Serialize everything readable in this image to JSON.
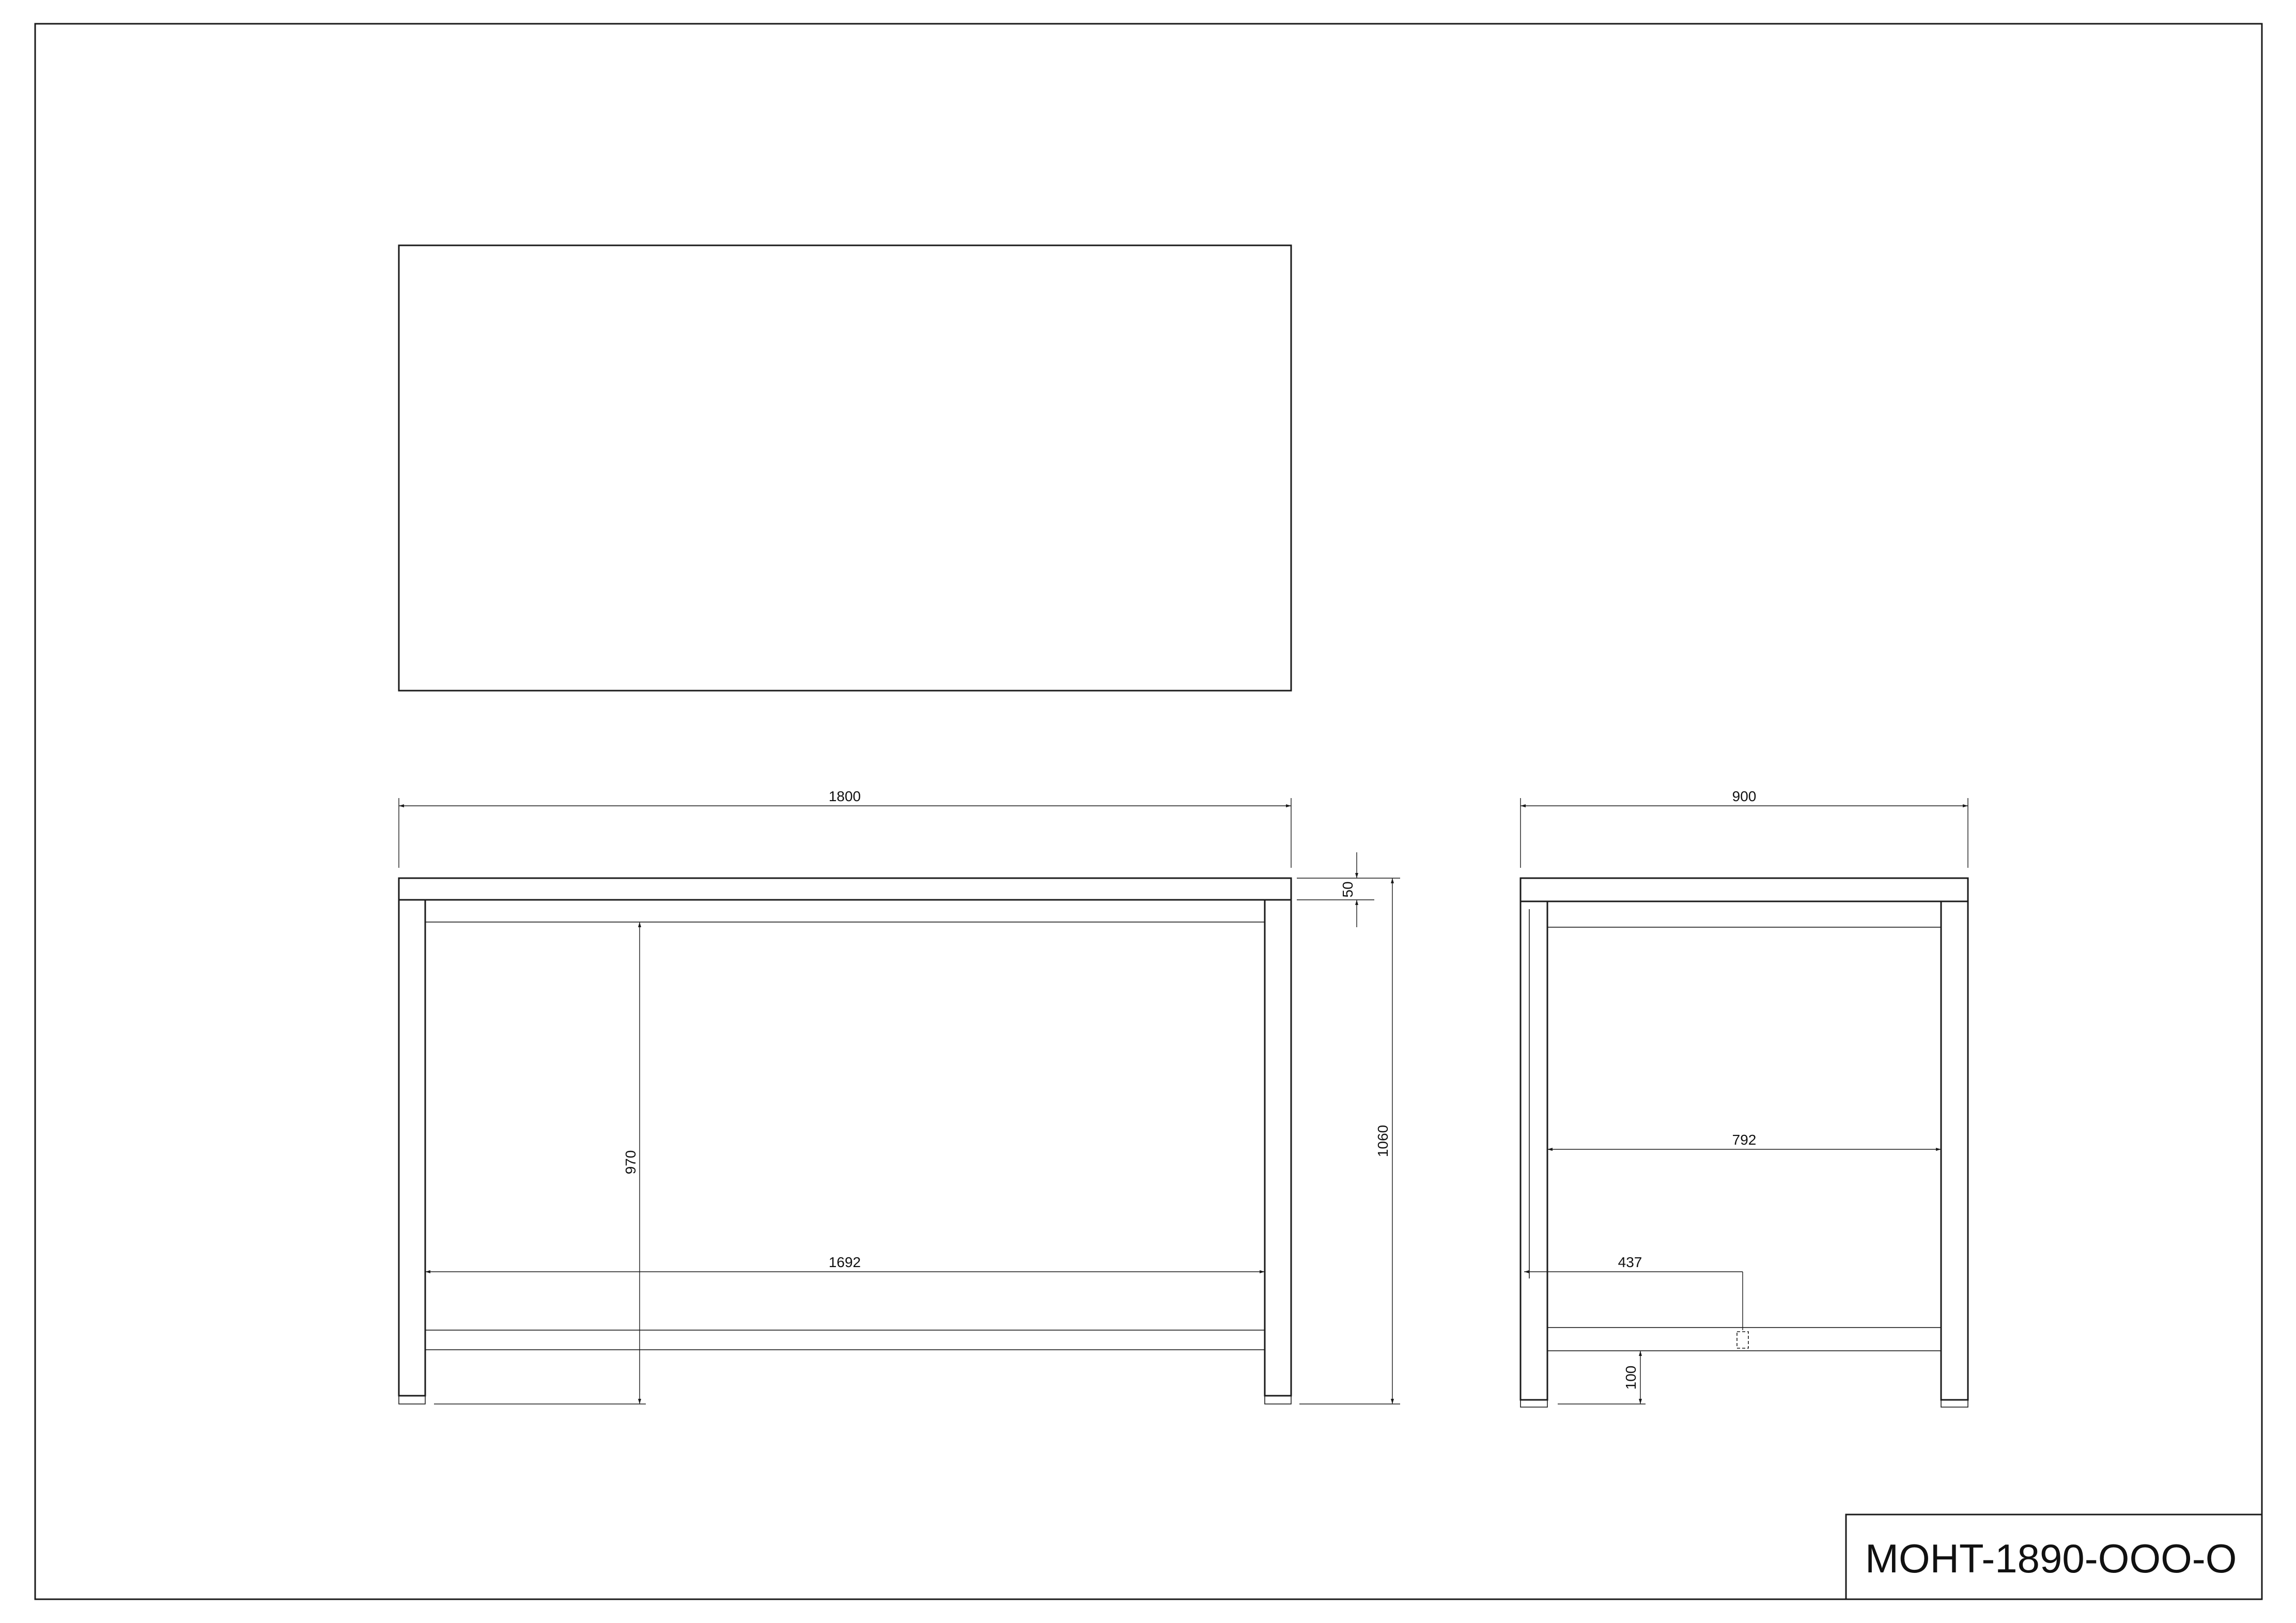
{
  "title_block": {
    "code": "MOHT-1890-OOO-O"
  },
  "front_view": {
    "overall_width": "1800",
    "top_thickness": "50",
    "overall_height": "1060",
    "clear_height": "970",
    "inner_width": "1692"
  },
  "side_view": {
    "overall_depth": "900",
    "inner_depth": "792",
    "brace_offset": "437",
    "shelf_height": "100"
  }
}
